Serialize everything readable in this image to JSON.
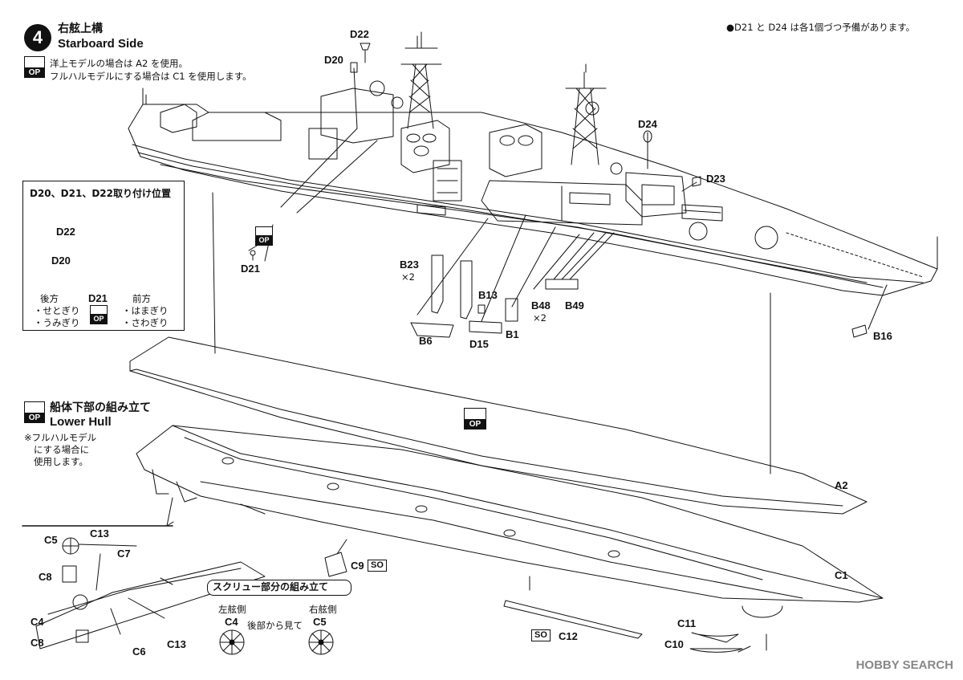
{
  "step": {
    "number": "4",
    "title_jp": "右舷上構",
    "title_en": "Starboard Side",
    "op_text": "OP",
    "option_line1": "洋上モデルの場合は A2 を使用。",
    "option_line2": "フルハルモデルにする場合は C1 を使用します。",
    "spare_note": "●D21 と D24 は各1個づつ予備があります。"
  },
  "inset_d20": {
    "title": "D20、D21、D22取り付け位置",
    "label_d22": "D22",
    "label_d20": "D20",
    "label_d21": "D21",
    "rear_heading": "後方",
    "rear_item1": "・せとぎり",
    "rear_item2": "・うみぎり",
    "front_heading": "前方",
    "front_item1": "・はまぎり",
    "front_item2": "・さわぎり",
    "op_text": "OP"
  },
  "parts": {
    "d22": "D22",
    "d20": "D20",
    "d21": "D21",
    "d24": "D24",
    "d23": "D23",
    "b23": "B23",
    "b23_qty": "×2",
    "b13": "B13",
    "b48": "B48",
    "b48_qty": "×2",
    "b49": "B49",
    "b6": "B6",
    "d15": "D15",
    "b1": "B1",
    "b16": "B16",
    "a2": "A2",
    "c1": "C1",
    "c9": "C9",
    "c12": "C12",
    "c11": "C11",
    "c10": "C10",
    "so": "SO",
    "center_op": "OP"
  },
  "lower_hull": {
    "title_jp": "船体下部の組み立て",
    "title_en": "Lower Hull",
    "op_text": "OP",
    "note_line1": "※フルハルモデル",
    "note_line2": "にする場合に",
    "note_line3": "使用します。"
  },
  "screw_inset": {
    "c5": "C5",
    "c13": "C13",
    "c7": "C7",
    "c8": "C8",
    "c4": "C4",
    "c6": "C6",
    "c8b": "C8",
    "c13b": "C13"
  },
  "screw_sub": {
    "title": "スクリュー部分の組み立て",
    "port_side": "左舷側",
    "starboard_side": "右舷側",
    "c4": "C4",
    "c5": "C5",
    "view_note": "後部から見て"
  },
  "watermark": "HOBBY SEARCH"
}
